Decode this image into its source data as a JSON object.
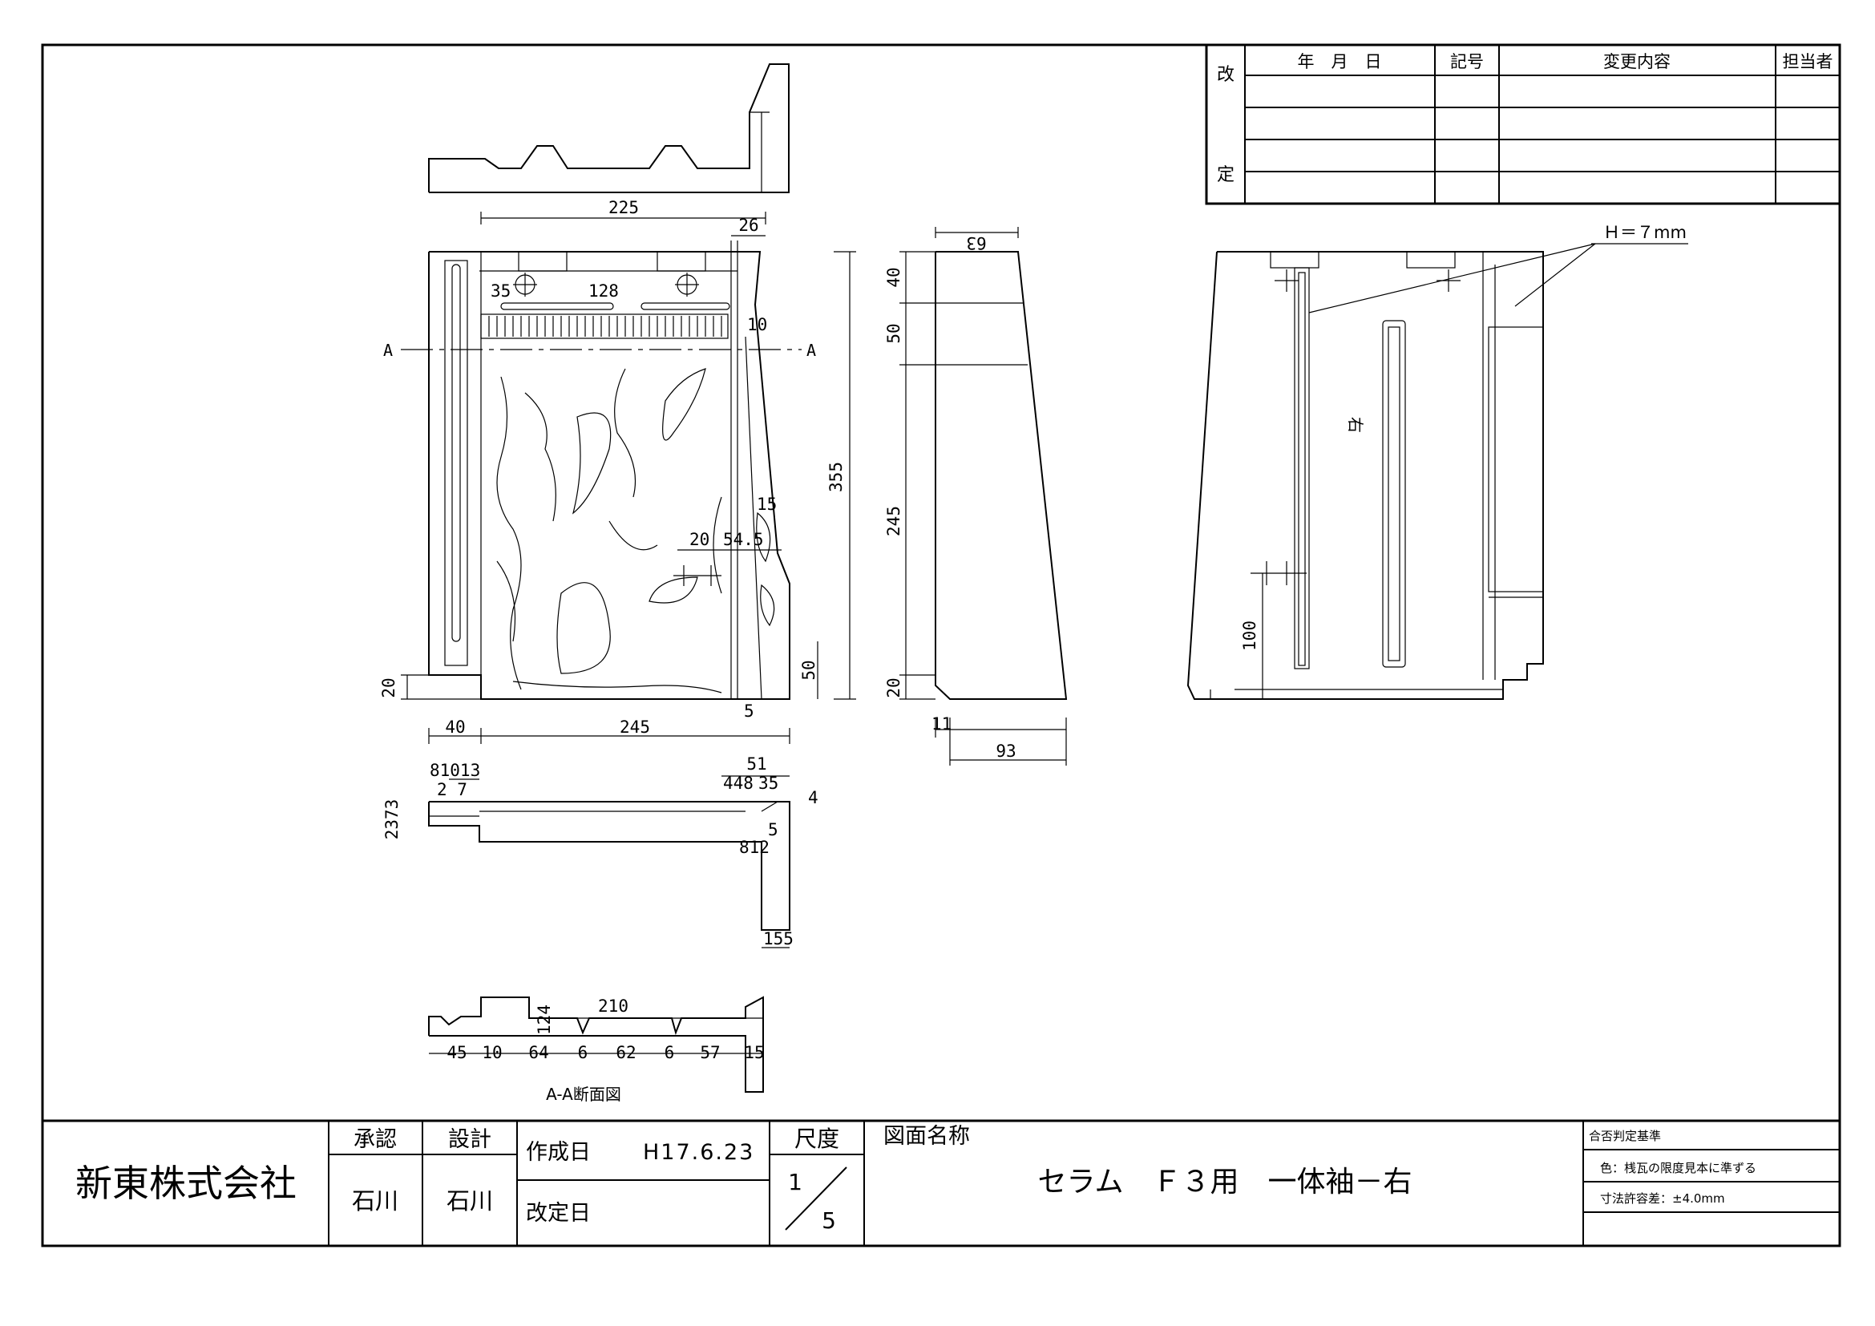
{
  "revision_table": {
    "side_label_top": "改",
    "side_label_bottom": "定",
    "headers": [
      "年　月　日",
      "記号",
      "変更内容",
      "担当者"
    ]
  },
  "title_block": {
    "company": "新東株式会社",
    "approval_label": "承認",
    "design_label": "設計",
    "approver": "石川",
    "designer": "石川",
    "created_label": "作成日",
    "created_date": "H17.6.23",
    "revised_label": "改定日",
    "scale_label": "尺度",
    "scale_num": "1",
    "scale_den": "5",
    "drawing_name_label": "図面名称",
    "drawing_name": "セラム　Ｆ３用　一体袖－右",
    "criteria_label": "合否判定基準",
    "criteria_color": "色：桟瓦の限度見本に準ずる",
    "criteria_tolerance": "寸法許容差：±4.0mm"
  },
  "drawing": {
    "h_note": "Ｈ＝７mm",
    "side_mark": "右",
    "section_marker": "A",
    "section_caption": "A-A断面図",
    "dims": {
      "d225": "225",
      "d26": "26",
      "d35": "35",
      "d128": "128",
      "d10": "10",
      "d355": "355",
      "d15": "15",
      "d20a": "20",
      "d54_5": "54.5",
      "d50a": "50",
      "d20b": "20",
      "d5a": "5",
      "d40a": "40",
      "d245a": "245",
      "d63": "63",
      "d40b": "40",
      "d50b": "50",
      "d245b": "245",
      "d20c": "20",
      "d11": "11",
      "d93": "93",
      "d100": "100",
      "d81013": "81013",
      "d27": "2 7",
      "d51": "51",
      "d448": "448",
      "d35b": "35",
      "d4": "4",
      "d2373": "2373",
      "d5b": "5",
      "d812": "812",
      "d155": "155",
      "d210": "210",
      "d124": "124",
      "d45": "45",
      "d10b": "10",
      "d64": "64",
      "d6a": "6",
      "d62": "62",
      "d6b": "6",
      "d57": "57",
      "d15b": "15"
    }
  }
}
